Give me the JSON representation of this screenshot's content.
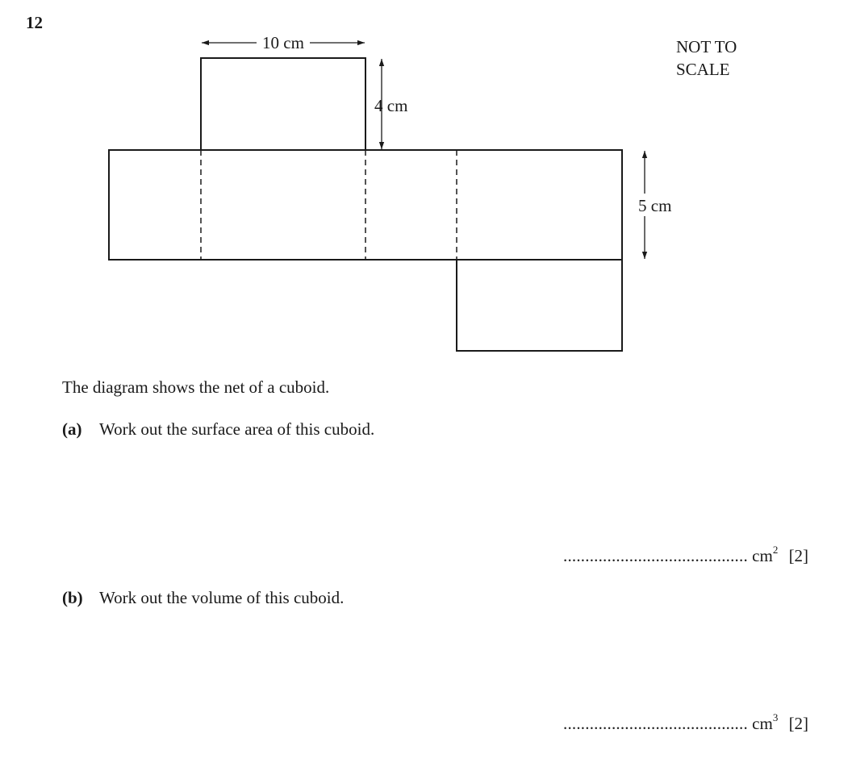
{
  "question_number": "12",
  "not_to_scale": [
    "NOT TO",
    "SCALE"
  ],
  "diagram": {
    "label_width": "10 cm",
    "label_top_height": "4 cm",
    "label_side_height": "5 cm"
  },
  "intro_text": "The diagram shows the net of a cuboid.",
  "part_a": {
    "label": "(a)",
    "text": "Work out the surface area of this cuboid.",
    "answer_dots": "..........................................",
    "unit": "cm",
    "unit_power": "2",
    "marks": "[2]"
  },
  "part_b": {
    "label": "(b)",
    "text": "Work out the volume of this cuboid.",
    "answer_dots": "..........................................",
    "unit": "cm",
    "unit_power": "3",
    "marks": "[2]"
  }
}
